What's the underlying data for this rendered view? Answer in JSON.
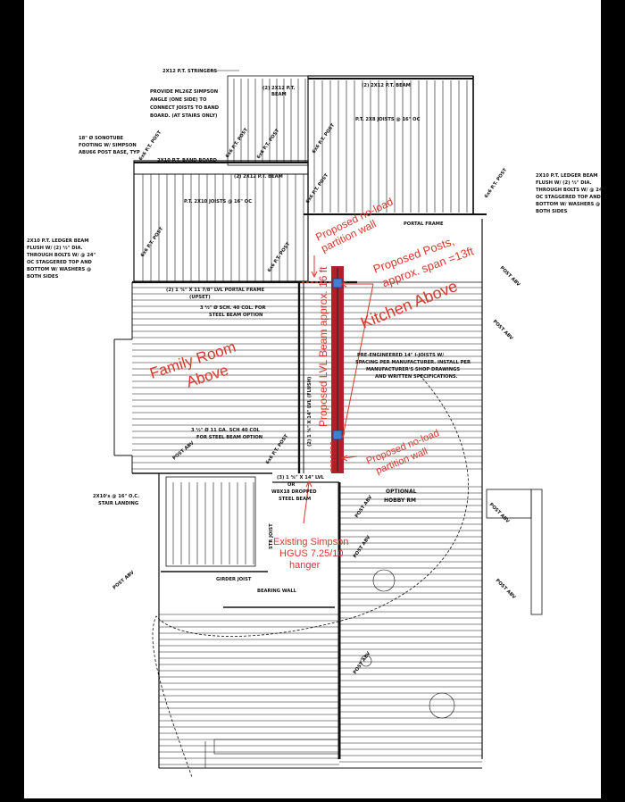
{
  "drawing": {
    "notes": {
      "stringers": "2X12 P.T. STRINGERS",
      "simpson_angle": [
        "PROVIDE ML26Z SIMPSON",
        "ANGLE (ONE SIDE) TO",
        "CONNECT JOISTS TO BAND",
        "BOARD. (AT STAIRS ONLY)"
      ],
      "beam_2x12_top": [
        "(2) 2X12 P.T.",
        "BEAM"
      ],
      "beam_2x12_right": "(2) 2X12 P.T. BEAM",
      "joists_2x8": "P.T. 2X8 JOISTS @ 16\" OC",
      "sonotube": [
        "18\" Ø SONOTUBE",
        "FOOTING W/ SIMPSON",
        "ABU66 POST BASE, TYP"
      ],
      "band_board": "2X10 P.T. BAND BOARD",
      "beam_2x12_mid": "(2) 2X12 P.T. BEAM",
      "joists_2x10": "P.T. 2X10 JOISTS @ 16\" OC",
      "ledger_right": [
        "2X10 P.T. LEDGER BEAM",
        "FLUSH W/ (2) ½\" DIA.",
        "THROUGH BOLTS W/ @ 24\"",
        "OC STAGGERED TOP AND",
        "BOTTOM W/ WASHERS @",
        "BOTH SIDES"
      ],
      "ledger_left": [
        "2X10 P.T. LEDGER BEAM",
        "FLUSH W/ (2) ½\" DIA.",
        "THROUGH BOLTS W/ @ 24\"",
        "OC STAGGERED TOP AND",
        "BOTTOM W/ WASHERS @",
        "BOTH SIDES"
      ],
      "portal_frame_right": "PORTAL FRAME",
      "lvl_portal": [
        "(2) 1 ¾\" X 11 7/8\" LVL PORTAL FRAME",
        "(UPSET)"
      ],
      "steel_col_top": [
        "3 ½\" Ø SCH. 40 COL. FOR",
        "STEEL BEAM OPTION"
      ],
      "i_joists": [
        "PRE-ENGINEERED 14\" I-JOISTS W/",
        "SPACING PER MANUFACTURER. INSTALL PER",
        "MANUFACTURER'S SHOP DRAWINGS",
        "AND WRITTEN SPECIFICATIONS."
      ],
      "steel_col_mid": [
        "3 ½\" Ø 11 GA. SCH 40 COL",
        "FOR STEEL BEAM OPTION"
      ],
      "lvl_flush": "(2) 1 ¾\" X 14\" LVL (FLUSH)",
      "dropped_beam": [
        "(3) 1 ¾\" X 14\" LVL",
        "OR",
        "W8X18 DROPPED",
        "STEEL BEAM"
      ],
      "optional_hobby": [
        "OPTIONAL",
        "HOBBY RM"
      ],
      "stair_landing": [
        "2X10's @ 16\" O.C.",
        "STAIR LANDING"
      ],
      "girder_joist": "GIRDER JOIST",
      "bearing_wall": "BEARING WALL",
      "post_abv": "POST ABV",
      "post_6x6": "6x6 P.T. POST",
      "str_joist": "STR JOIST"
    },
    "annotations": {
      "partition_top": [
        "Proposed no-load",
        "partition wall"
      ],
      "proposed_posts": [
        "Proposed Posts,",
        "approx. span =13ft"
      ],
      "kitchen": "Kitchen Above",
      "family_room": [
        "Family Room",
        "Above"
      ],
      "lvl_beam": "Proposed LVL Beam approx. 16 ft",
      "partition_bottom": [
        "Proposed no-load",
        "partition wall"
      ],
      "hanger": [
        "Existing Simpson",
        "HGUS 7.25/10",
        "hanger"
      ]
    },
    "colors": {
      "annotation": "#d9362b",
      "lvl_beam": "#b0202a",
      "post_marker": "#3f7fd6",
      "linework": "#111111",
      "paper": "#ffffff",
      "frame": "#000000"
    }
  }
}
